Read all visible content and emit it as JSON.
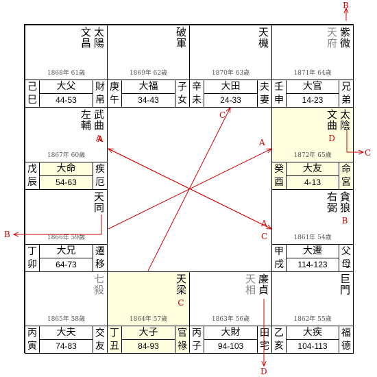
{
  "colors": {
    "accent": "#d00000",
    "highlight": "#ffffe0",
    "grey_star": "#888888"
  },
  "palaces": [
    {
      "id": "si",
      "stars": [
        {
          "t": "太陽"
        },
        {
          "t": "文昌"
        }
      ],
      "year": "1868年 61歲",
      "left": [
        "己",
        "巳"
      ],
      "dname": "大父",
      "age": "44-53",
      "right": [
        "財",
        "帛"
      ]
    },
    {
      "id": "wu",
      "stars": [
        {
          "t": "破軍"
        }
      ],
      "year": "1869年 62歲",
      "left": [
        "庚",
        "午"
      ],
      "dname": "大福",
      "age": "34-43",
      "right": [
        "子",
        "女"
      ]
    },
    {
      "id": "wei",
      "stars": [
        {
          "t": "天機"
        }
      ],
      "year": "1870年 63歲",
      "left": [
        "辛",
        "未"
      ],
      "dname": "大田",
      "age": "24-33",
      "right": [
        "夫",
        "妻"
      ]
    },
    {
      "id": "shen",
      "stars": [
        {
          "t": "紫微"
        },
        {
          "t": "天府",
          "grey": true
        }
      ],
      "year": "1871年 64歲",
      "left": [
        "壬",
        "申"
      ],
      "dname": "大官",
      "age": "14-23",
      "right": [
        "兄",
        "弟"
      ]
    },
    {
      "id": "chen",
      "stars": [
        {
          "t": "武曲",
          "sub": "A"
        },
        {
          "t": "左輔"
        }
      ],
      "year": "1867年 60歲",
      "left": [
        "戊",
        "辰"
      ],
      "dname": "大命",
      "age": "54-63",
      "right": [
        "疾",
        "厄"
      ],
      "midhl": true
    },
    {
      "id": "you",
      "stars": [
        {
          "t": "太陰"
        },
        {
          "t": "文曲",
          "sub": "D"
        }
      ],
      "year": "1872年 65歲",
      "left": [
        "癸",
        "酉"
      ],
      "dname": "大友",
      "age": "4-13",
      "right": [
        "命",
        "宮"
      ],
      "hl": true
    },
    {
      "id": "mao",
      "stars": [
        {
          "t": "天同"
        }
      ],
      "year": "1866年 59歲",
      "left": [
        "丁",
        "卯"
      ],
      "dname": "大兄",
      "age": "64-73",
      "right": [
        "遷",
        "移"
      ]
    },
    {
      "id": "xu",
      "stars": [
        {
          "t": "貪狼",
          "sub": "B"
        },
        {
          "t": "右弼"
        }
      ],
      "year": "1861年 54歲",
      "left": [
        "甲",
        "戌"
      ],
      "dname": "大遷",
      "age": "114-123",
      "right": [
        "父",
        "母"
      ]
    },
    {
      "id": "yin",
      "stars": [
        {
          "t": "七殺",
          "grey": true
        }
      ],
      "year": "1865年 58歲",
      "left": [
        "丙",
        "寅"
      ],
      "dname": "大夫",
      "age": "74-83",
      "right": [
        "交",
        "友"
      ]
    },
    {
      "id": "chou",
      "stars": [
        {
          "t": "天梁",
          "sub": "C"
        }
      ],
      "year": "1864年 57歲",
      "left": [
        "丁",
        "丑"
      ],
      "dname": "大子",
      "age": "84-93",
      "right": [
        "官",
        "祿"
      ],
      "hl": true
    },
    {
      "id": "zi",
      "stars": [
        {
          "t": "廉貞"
        },
        {
          "t": "天相",
          "grey": true
        }
      ],
      "year": "1863年 56歲",
      "left": [
        "丙",
        "子"
      ],
      "dname": "大財",
      "age": "94-103",
      "right": [
        "田",
        "宅"
      ]
    },
    {
      "id": "hai",
      "stars": [
        {
          "t": "巨門"
        }
      ],
      "year": "1862年 55歲",
      "left": [
        "乙",
        "亥"
      ],
      "dname": "大疾",
      "age": "104-113",
      "right": [
        "福",
        "德"
      ]
    }
  ],
  "markers": {
    "top_b": "B",
    "right_c": "C",
    "left_b": "B",
    "bottom_d": "D",
    "center_a_left": "A",
    "center_a_right": "A",
    "center_a_lower": "A",
    "center_c_lower": "C",
    "center_c_top": "C"
  }
}
